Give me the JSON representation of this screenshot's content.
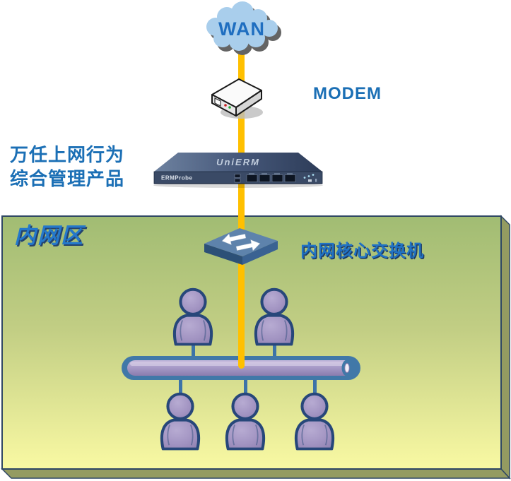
{
  "wan": {
    "label": "WAN"
  },
  "modem": {
    "label": "MODEM"
  },
  "erm": {
    "product_line1": "万任上网行为",
    "product_line2": "综合管理产品",
    "device_top_label": "UniERM",
    "device_panel_label": "ERMProbe"
  },
  "intranet": {
    "zone_label": "内网区",
    "switch_label": "内网核心交换机",
    "top_user_count": 2,
    "bottom_user_count": 3
  },
  "colors": {
    "accent_orange": "#FFC000",
    "label_blue": "#1B6FB5",
    "wan_text_blue": "#1F6EC0",
    "cloud_blue": "#A9CEEC",
    "zone_green_top": "#A1BC73",
    "zone_yellow_bottom": "#F9F9A3",
    "zone_side_olive": "#949B61",
    "zone_border_navy": "#2F4763",
    "user_purple": "#A294C2",
    "user_outline_navy": "#27477A",
    "bus_blue": "#4178A8",
    "appliance_navy": "#3A4A66"
  }
}
